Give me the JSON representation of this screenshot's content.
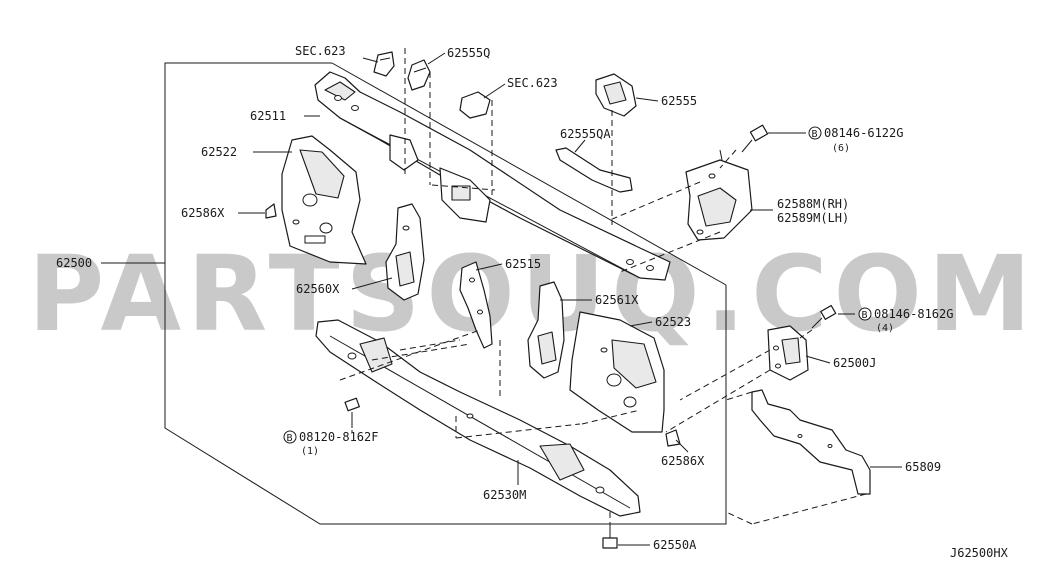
{
  "watermark": "PARTSOUQ.COM",
  "diagram_code": "J62500HX",
  "labels": {
    "sec623_a": "SEC.623",
    "p62555Q": "62555Q",
    "sec623_b": "SEC.623",
    "p62555": "62555",
    "p62511": "62511",
    "p62555QA": "62555QA",
    "b08146_6122G": "08146-6122G",
    "qty6": "(6)",
    "p62522": "62522",
    "p62588M": "62588M(RH)",
    "p62589M": "62589M(LH)",
    "p62586X_a": "62586X",
    "p62500": "62500",
    "p62515": "62515",
    "p62560X": "62560X",
    "p62561X": "62561X",
    "b08146_8162G": "08146-8162G",
    "qty4": "(4)",
    "p62523": "62523",
    "p62500J": "62500J",
    "b08120_8162F": "08120-8162F",
    "qty1": "(1)",
    "p62586X_b": "62586X",
    "p65809": "65809",
    "p62530M": "62530M",
    "p62550A": "62550A"
  },
  "bolt_marker": "B"
}
